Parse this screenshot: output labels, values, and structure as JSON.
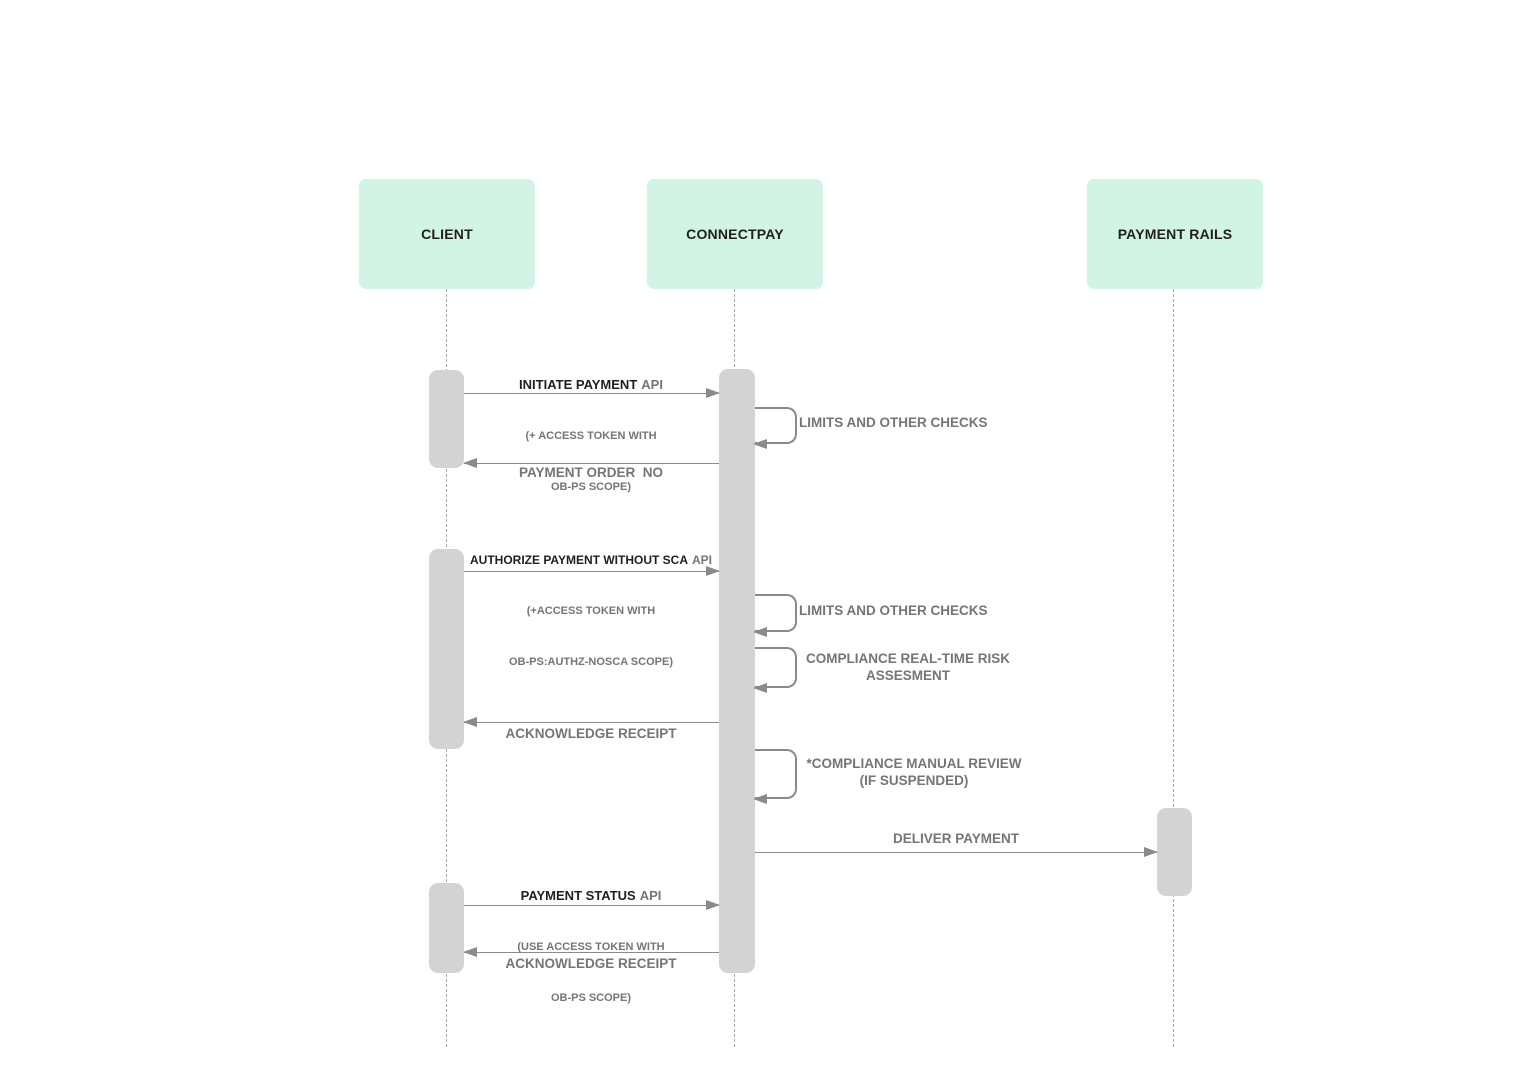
{
  "diagram": {
    "type": "sequence-diagram",
    "colors": {
      "participant_fill": "#d1f4e4",
      "activation_fill": "#d3d3d3",
      "line": "#8a8a8a",
      "text_dark": "#1f1f1f",
      "text_gray": "#757575",
      "lifeline": "#a8a8a8"
    },
    "participants": [
      {
        "id": "client",
        "label": "CLIENT"
      },
      {
        "id": "connectpay",
        "label": "CONNECTPAY"
      },
      {
        "id": "payment-rails",
        "label": "PAYMENT RAILS"
      }
    ],
    "messages": {
      "initiate": {
        "title": "INITIATE PAYMENT",
        "suffix": "API",
        "sub1": "(+ ACCESS TOKEN WITH",
        "sub2": "OB-PS SCOPE)"
      },
      "limits1": {
        "label": "LIMITS AND OTHER CHECKS"
      },
      "payment_order": {
        "label": "PAYMENT ORDER  NO"
      },
      "authorize": {
        "title": "AUTHORIZE PAYMENT WITHOUT SCA",
        "suffix": "API",
        "sub1": "(+ACCESS TOKEN WITH",
        "sub2": "OB-PS:AUTHZ-NOSCA SCOPE)"
      },
      "limits2": {
        "label": "LIMITS AND OTHER CHECKS"
      },
      "compliance_realtime": {
        "line1": "COMPLIANCE REAL-TIME RISK",
        "line2": "ASSESMENT"
      },
      "ack1": {
        "label": "ACKNOWLEDGE RECEIPT"
      },
      "compliance_manual": {
        "line1": "*COMPLIANCE MANUAL REVIEW",
        "line2": "(IF SUSPENDED)"
      },
      "deliver": {
        "label": "DELIVER PAYMENT"
      },
      "status": {
        "title": "PAYMENT STATUS",
        "suffix": "API",
        "sub1": "(USE ACCESS TOKEN WITH",
        "sub2": "OB-PS SCOPE)"
      },
      "ack2": {
        "label": "ACKNOWLEDGE RECEIPT"
      }
    }
  }
}
